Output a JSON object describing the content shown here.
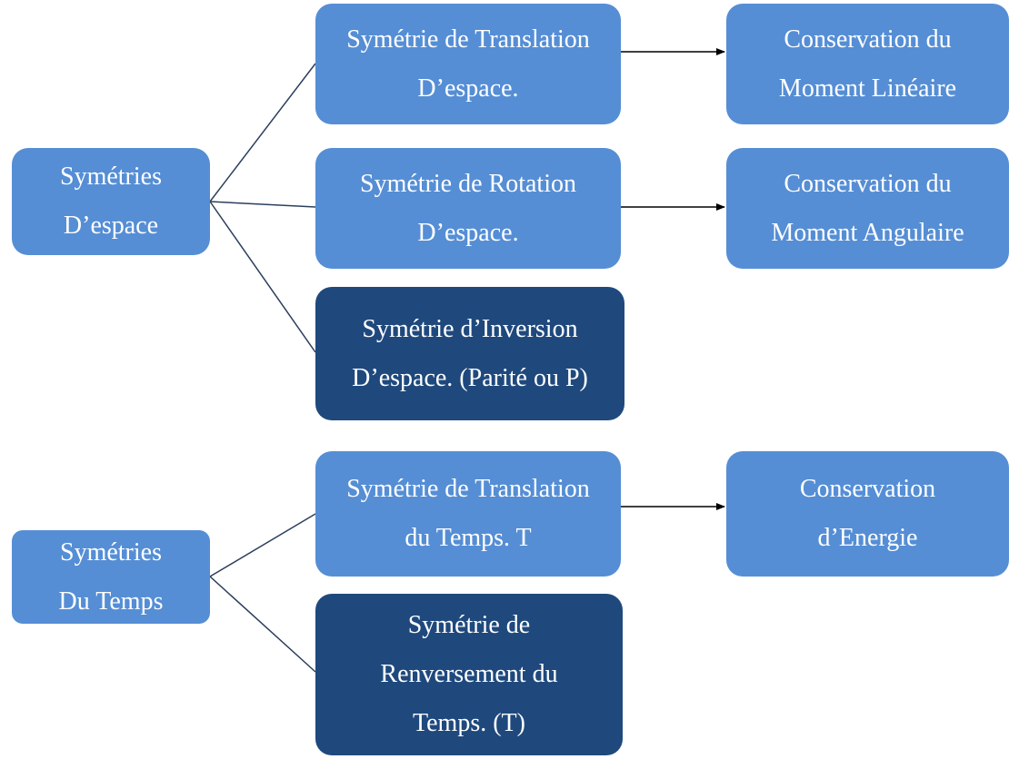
{
  "nodes": {
    "space_root": "Symétries\nD’espace",
    "space_translation": "Symétrie de Translation\nD’espace.",
    "space_rotation": "Symétrie de Rotation\nD’espace.",
    "space_inversion": "Symétrie d’Inversion\nD’espace. (Parité ou P)",
    "cons_linear": "Conservation du\nMoment Linéaire",
    "cons_angular": "Conservation du\nMoment Angulaire",
    "time_root": "Symétries\nDu Temps",
    "time_translation": "Symétrie de Translation\ndu Temps. T",
    "time_reversal": "Symétrie de\nRenversement du\nTemps. (T)",
    "cons_energy": "Conservation\nd’Energie"
  },
  "colors": {
    "light_box": "#558ed5",
    "dark_box": "#1f497d",
    "line": "#1f3a5f"
  }
}
